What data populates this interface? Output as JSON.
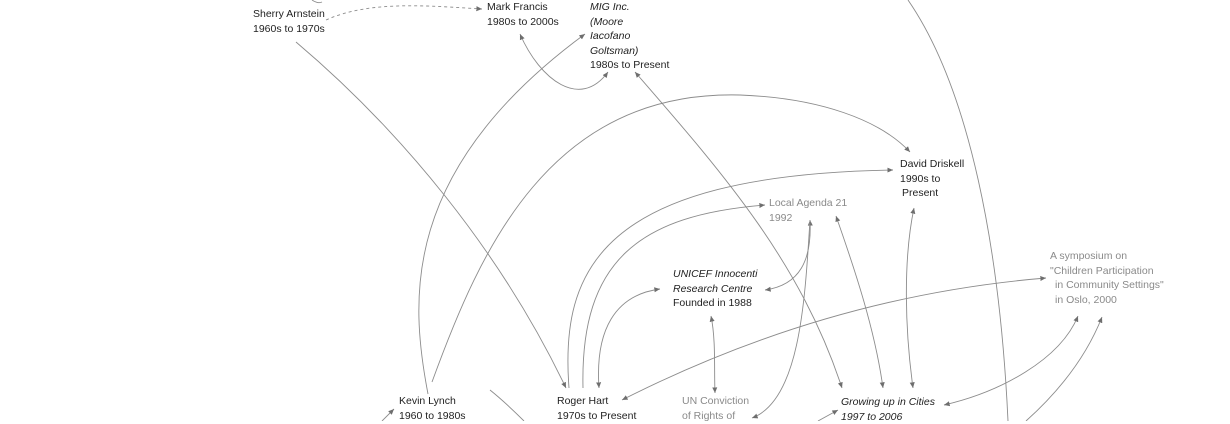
{
  "nodes": {
    "sherry": {
      "lines": [
        "Sherry Arnstein",
        "1960s to 1970s"
      ]
    },
    "mark": {
      "lines": [
        "Mark Francis",
        "1980s to 2000s"
      ]
    },
    "mig": {
      "italic_lines": [
        "MIG Inc.",
        "(Moore",
        "Iacofano",
        "Goltsman)"
      ],
      "lines": [
        "1980s to Present"
      ]
    },
    "driskell": {
      "lines": [
        "David Driskell",
        "1990s to",
        "Present"
      ]
    },
    "agenda21": {
      "lines": [
        "Local Agenda 21",
        "1992"
      ]
    },
    "unicef": {
      "italic_lines": [
        "UNICEF Innocenti",
        "Research Centre"
      ],
      "lines": [
        "Founded in 1988"
      ]
    },
    "symposium": {
      "lines": [
        "A symposium on",
        "\"Children Participation",
        "in Community Settings\"",
        "in Oslo, 2000"
      ]
    },
    "lynch": {
      "lines": [
        "Kevin Lynch",
        "1960 to 1980s"
      ]
    },
    "hart": {
      "lines": [
        "Roger Hart",
        "1970s to Present"
      ]
    },
    "un": {
      "lines": [
        "UN Conviction",
        "of Rights of"
      ]
    },
    "growing": {
      "italic_lines": [
        "Growing up in Cities",
        "1997 to 2006"
      ]
    }
  },
  "colors": {
    "edge": "#7a7a7a",
    "text": "#1f1f1f",
    "muted_text": "#8a8a8a"
  }
}
